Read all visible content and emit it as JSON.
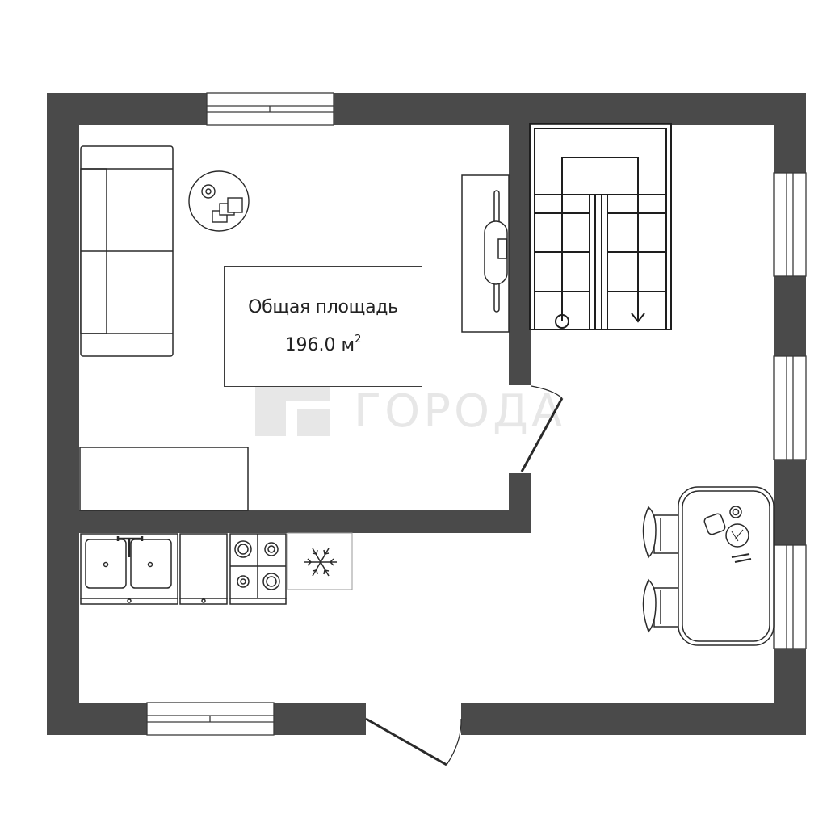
{
  "plan": {
    "area_label": "Общая площадь",
    "area_value": "196.0 м",
    "area_unit_sup": "2",
    "watermark_text": "ГОРОДА"
  },
  "colors": {
    "wall": "#4a4a4a",
    "line": "#2a2a2a",
    "background": "#ffffff"
  },
  "icons": [
    "sofa-icon",
    "coffee-table-icon",
    "tv-cabinet-icon",
    "staircase-icon",
    "door-swing-icon",
    "sink-icon",
    "stove-icon",
    "fridge-snowflake-icon",
    "dining-table-icon",
    "chair-icon",
    "window-icon"
  ]
}
